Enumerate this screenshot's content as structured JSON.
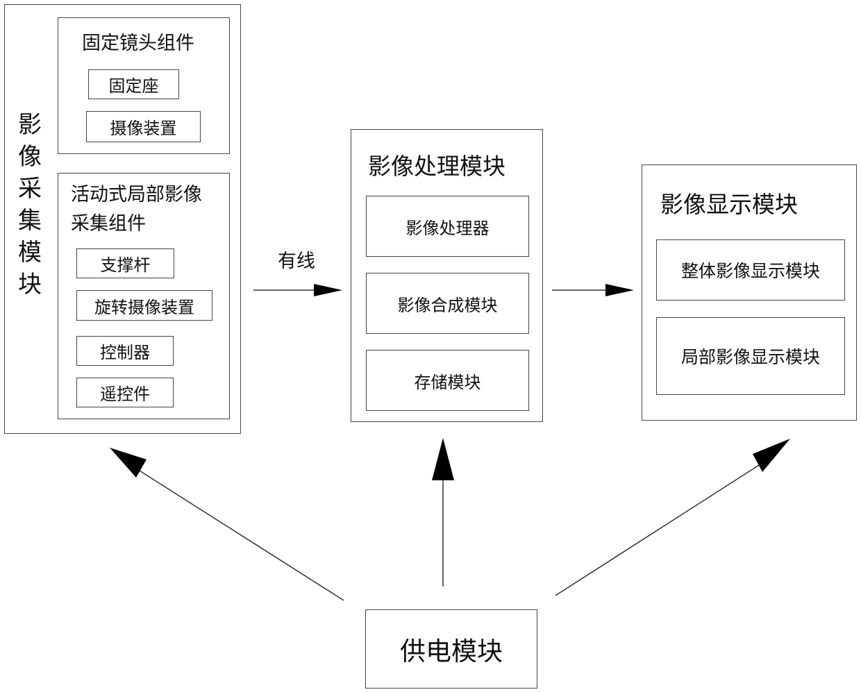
{
  "acquisition": {
    "title": "影像采集模块",
    "fixed_lens": {
      "title": "固定镜头组件",
      "items": [
        "固定座",
        "摄像装置"
      ]
    },
    "active": {
      "title_line1": "活动式局部影像",
      "title_line2": "采集组件",
      "items": [
        "支撑杆",
        "旋转摄像装置",
        "控制器",
        "遥控件"
      ]
    }
  },
  "processing": {
    "title": "影像处理模块",
    "items": [
      "影像处理器",
      "影像合成模块",
      "存储模块"
    ]
  },
  "display": {
    "title": "影像显示模块",
    "items": [
      "整体影像显示模块",
      "局部影像显示模块"
    ]
  },
  "power": {
    "title": "供电模块"
  },
  "connection": {
    "label": "有线"
  }
}
